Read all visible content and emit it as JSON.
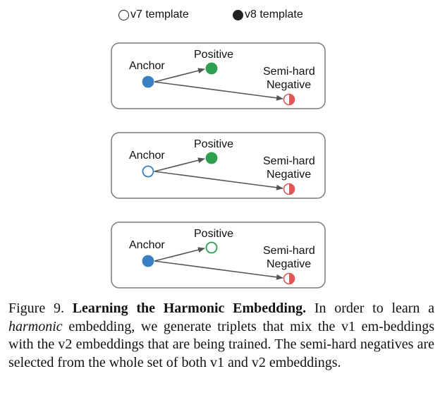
{
  "legend": {
    "v7_label": "v7 template",
    "v8_label": "v8 template"
  },
  "panels": [
    {
      "anchor_label": "Anchor",
      "positive_label": "Positive",
      "negative_label_line1": "Semi-hard",
      "negative_label_line2": "Negative",
      "anchor_style": "filled",
      "positive_style": "filled"
    },
    {
      "anchor_label": "Anchor",
      "positive_label": "Positive",
      "negative_label_line1": "Semi-hard",
      "negative_label_line2": "Negative",
      "anchor_style": "hollow",
      "positive_style": "filled"
    },
    {
      "anchor_label": "Anchor",
      "positive_label": "Positive",
      "negative_label_line1": "Semi-hard",
      "negative_label_line2": "Negative",
      "anchor_style": "filled",
      "positive_style": "hollow"
    }
  ],
  "caption": {
    "figure_number": "Figure 9.",
    "title": "Learning the Harmonic Embedding.",
    "text_before_italic": "In order to learn a",
    "italic_word": "harmonic",
    "text_after_italic": "embedding, we generate triplets that mix the v1 em-beddings with the v2 embeddings that are being trained. The semi-hard negatives are selected from the whole set of both v1 and v2 embeddings."
  },
  "colors": {
    "anchor": "#3a7fc2",
    "positive": "#2e9e4f",
    "negative": "#e05555",
    "legend_dot": "#222222",
    "arrow": "#555555"
  }
}
